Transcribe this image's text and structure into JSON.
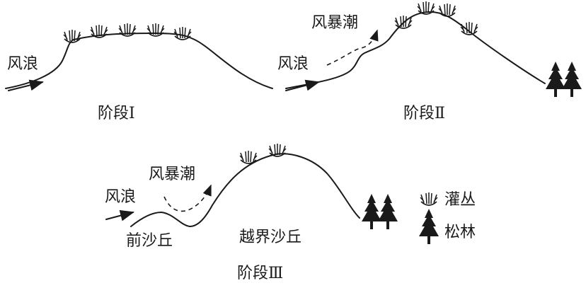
{
  "stages": [
    {
      "title": "阶段Ⅰ",
      "wind_wave": "风浪"
    },
    {
      "title": "阶段Ⅱ",
      "wind_wave": "风浪",
      "storm_surge": "风暴潮"
    },
    {
      "title": "阶段Ⅲ",
      "wind_wave": "风浪",
      "storm_surge": "风暴潮",
      "front_dune": "前沙丘",
      "overpass_dune": "越界沙丘"
    }
  ],
  "legend": [
    {
      "icon": "shrub-icon",
      "label": "灌丛"
    },
    {
      "icon": "pine-tree-icon",
      "label": "松林"
    }
  ],
  "colors": {
    "ink": "#1a1a1a"
  }
}
